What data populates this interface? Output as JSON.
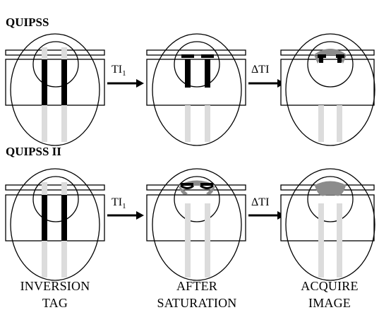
{
  "sections": [
    {
      "title": "QUIPSS",
      "arrows": [
        {
          "main": "TI",
          "sub": "1"
        },
        {
          "main": "ΔTI",
          "sub": ""
        }
      ]
    },
    {
      "title": "QUIPSS II",
      "arrows": [
        {
          "main": "TI",
          "sub": "1"
        },
        {
          "main": "ΔTI",
          "sub": ""
        }
      ]
    }
  ],
  "captions": [
    [
      "INVERSION",
      "TAG"
    ],
    [
      "AFTER",
      "SATURATION"
    ],
    [
      "ACQUIRE",
      "IMAGE"
    ]
  ],
  "colors": {
    "ink": "#000000",
    "faint_stripe": "#dcdcdc",
    "grey_fill": "#8c8c8c"
  }
}
